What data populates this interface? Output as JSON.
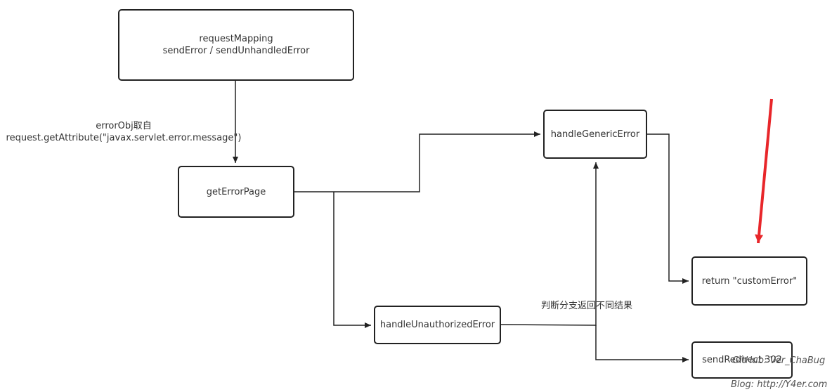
{
  "nodes": {
    "request_mapping": {
      "line1": "requestMapping",
      "line2": "sendError / sendUnhandledError"
    },
    "get_error_page": {
      "label": "getErrorPage"
    },
    "handle_generic_error": {
      "label": "handleGenericError"
    },
    "handle_unauthorized_error": {
      "label": "handleUnauthorizedError"
    },
    "return_custom_error": {
      "label": "return \"customError\""
    },
    "send_redirect": {
      "label": "sendRedirect 302"
    }
  },
  "edge_labels": {
    "error_obj_line1": "errorObj取自",
    "error_obj_line2": "request.getAttribute(\"javax.servlet.error.message\")",
    "branch_note": "判断分支返回不同结果"
  },
  "watermark": {
    "line1": "GitHub: Ver_ChaBug",
    "line2": "Blog: http://Y4er.com"
  },
  "colors": {
    "line": "#222222",
    "highlight_arrow": "#e8262a"
  }
}
